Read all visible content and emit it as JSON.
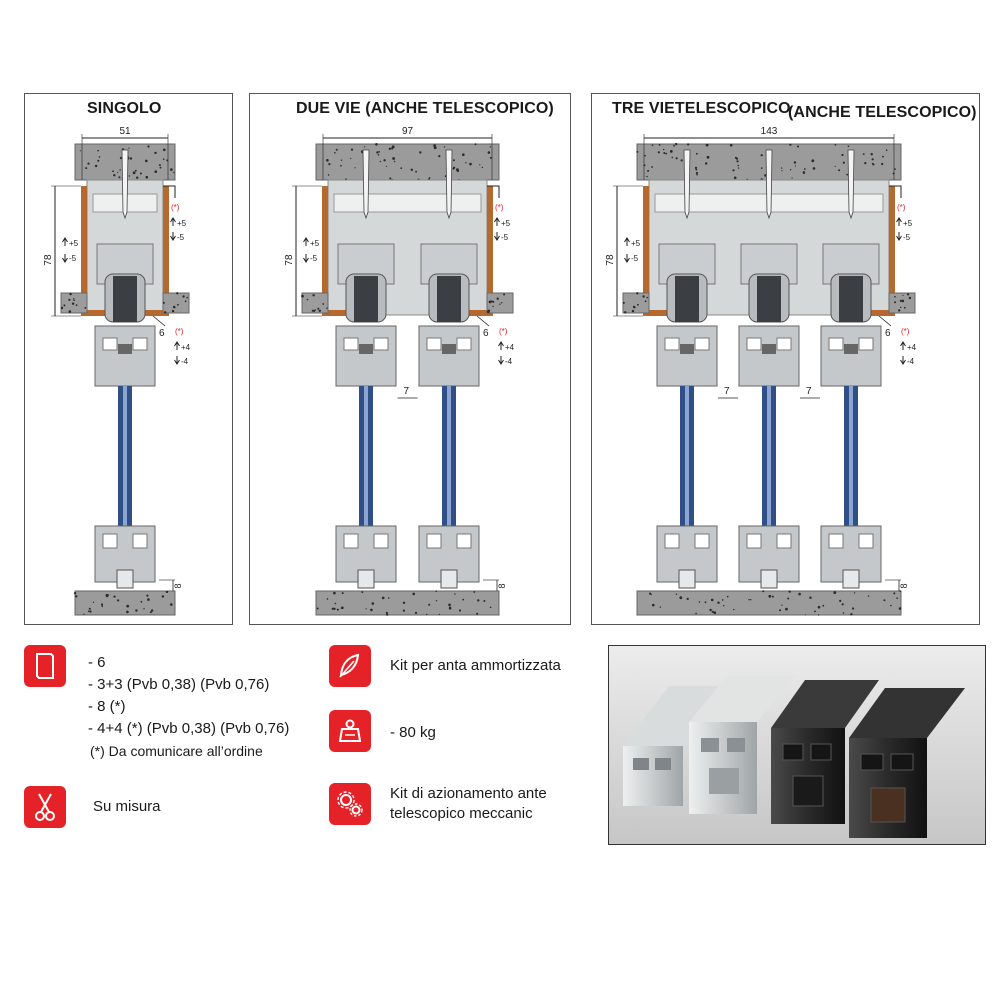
{
  "panels": [
    {
      "title": "SINGOLO",
      "top_width": "51",
      "height_dim": "78",
      "adj_top_note": "(*)",
      "adj_top_plus": "+5",
      "adj_top_minus": "-5",
      "adj_left_plus": "+5",
      "adj_left_minus": "-5",
      "adj_bottom_note": "(*)",
      "adj_bottom_plus": "+4",
      "adj_bottom_minus": "-4",
      "gap_dim": "6",
      "floor_dim": "8"
    },
    {
      "title": "DUE VIE  (ANCHE TELESCOPICO)",
      "top_width": "97",
      "height_dim": "78",
      "adj_top_note": "(*)",
      "adj_top_plus": "+5",
      "adj_top_minus": "-5",
      "adj_left_plus": "+5",
      "adj_left_minus": "-5",
      "adj_bottom_note": "(*)",
      "adj_bottom_plus": "+4",
      "adj_bottom_minus": "-4",
      "gap_dim": "6",
      "spacing_dim": "7",
      "floor_dim": "8"
    },
    {
      "title": "TRE VIETELESCOPICO",
      "title_suffix": "(ANCHE TELESCOPICO)",
      "top_width": "143",
      "height_dim": "78",
      "adj_top_note": "(*)",
      "adj_top_plus": "+5",
      "adj_top_minus": "-5",
      "adj_left_plus": "+5",
      "adj_left_minus": "-5",
      "adj_bottom_note": "(*)",
      "adj_bottom_plus": "+4",
      "adj_bottom_minus": "-4",
      "gap_dim": "6",
      "spacing_dim": "7",
      "floor_dim": "8"
    }
  ],
  "info": {
    "glass": {
      "icon": "glass-pane-icon",
      "lines": [
        "- 6",
        "- 3+3 (Pvb 0,38) (Pvb 0,76)",
        "- 8 (*)",
        "- 4+4 (*) (Pvb 0,38) (Pvb 0,76)",
        "(*) Da comunicare all’ordine"
      ]
    },
    "custom": {
      "icon": "scissors-icon",
      "text": "Su misura"
    },
    "damper": {
      "icon": "feather-icon",
      "text": "Kit per anta ammortizzata"
    },
    "weight": {
      "icon": "weight-icon",
      "text": "- 80 kg"
    },
    "telescopic": {
      "icon": "gears-icon",
      "lines": [
        "Kit di azionamento ante",
        "telescopico meccanic"
      ]
    }
  },
  "colors": {
    "accent": "#e52228",
    "glass": "#2f4f86",
    "wood": "#b5692f",
    "concrete": "#9b9b9b"
  }
}
